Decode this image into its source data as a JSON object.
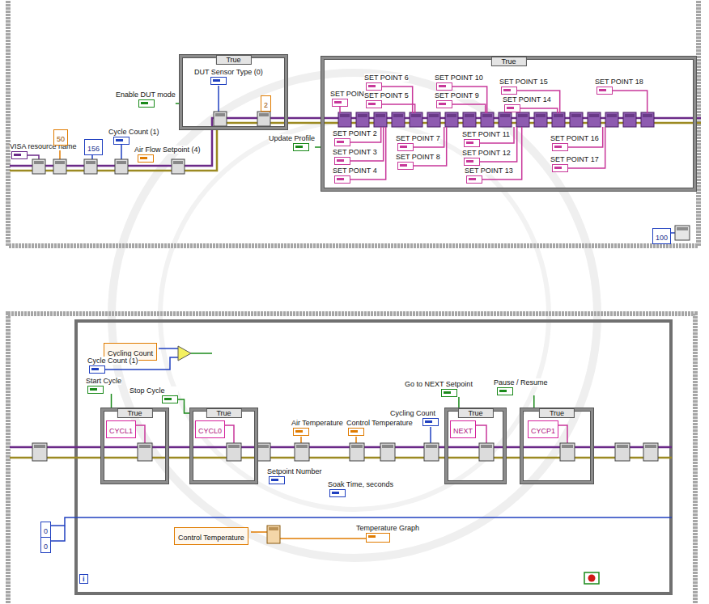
{
  "diagram": {
    "nodes": [
      {
        "text": [
          "True"
        ]
      },
      {
        "text": [
          "DUT Sensor Type (0)"
        ],
        "in": 0
      },
      {
        "text": [
          "2"
        ],
        "in": 0
      },
      {
        "text": [
          "Enable DUT mode"
        ]
      },
      {
        "text": [
          "VISA resource name"
        ]
      },
      {
        "text": [
          "50"
        ]
      },
      {
        "text": [
          "156"
        ]
      },
      {
        "text": [
          "Cycle Count (1)"
        ]
      },
      {
        "text": [
          "Air Flow Setpoint (4)"
        ]
      },
      {
        "text": [
          "Update Profile"
        ]
      },
      {
        "text": [
          "True"
        ]
      },
      {
        "text": [
          "SET POINT 1"
        ],
        "in": 10
      },
      {
        "text": [
          "SET POINT 2"
        ],
        "in": 10
      },
      {
        "text": [
          "SET POINT 3"
        ],
        "in": 10
      },
      {
        "text": [
          "SET POINT 4"
        ],
        "in": 10
      },
      {
        "text": [
          "SET POINT 5"
        ],
        "in": 10
      },
      {
        "text": [
          "SET POINT 6"
        ],
        "in": 10
      },
      {
        "text": [
          "SET POINT 7"
        ],
        "in": 10
      },
      {
        "text": [
          "SET POINT 8"
        ],
        "in": 10
      },
      {
        "text": [
          "SET POINT 9"
        ],
        "in": 10
      },
      {
        "text": [
          "SET POINT 10"
        ],
        "in": 10
      },
      {
        "text": [
          "SET POINT 11"
        ],
        "in": 10
      },
      {
        "text": [
          "SET POINT 12"
        ],
        "in": 10
      },
      {
        "text": [
          "SET POINT 13"
        ],
        "in": 10
      },
      {
        "text": [
          "SET POINT 14"
        ],
        "in": 10
      },
      {
        "text": [
          "SET POINT 15"
        ],
        "in": 10
      },
      {
        "text": [
          "SET POINT 16"
        ],
        "in": 10
      },
      {
        "text": [
          "SET POINT 17"
        ],
        "in": 10
      },
      {
        "text": [
          "SET POINT 18"
        ],
        "in": 10
      },
      {
        "text": [
          "100"
        ]
      },
      {
        "text": [
          "Cycling Count"
        ]
      },
      {
        "text": [
          "Cycle Count (1)"
        ]
      },
      {
        "text": [
          "Start Cycle"
        ]
      },
      {
        "text": [
          "Stop Cycle"
        ]
      },
      {
        "text": [
          "True"
        ]
      },
      {
        "text": [
          "CYCL1"
        ],
        "in": 34
      },
      {
        "text": [
          "True"
        ]
      },
      {
        "text": [
          "CYCL0"
        ],
        "in": 36
      },
      {
        "text": [
          "Air Temperature"
        ]
      },
      {
        "text": [
          "Control Temperature"
        ]
      },
      {
        "text": [
          "Setpoint Number"
        ]
      },
      {
        "text": [
          "Soak Time, seconds"
        ]
      },
      {
        "text": [
          "Go to NEXT Setpoint"
        ]
      },
      {
        "text": [
          "Cycling Count"
        ]
      },
      {
        "text": [
          "True"
        ]
      },
      {
        "text": [
          "NEXT"
        ],
        "in": 44
      },
      {
        "text": [
          "Pause / Resume"
        ]
      },
      {
        "text": [
          "True"
        ]
      },
      {
        "text": [
          "CYCP1"
        ],
        "in": 47
      },
      {
        "text": [
          "0"
        ]
      },
      {
        "text": [
          "0"
        ]
      },
      {
        "text": [
          "Control Temperature"
        ]
      },
      {
        "text": [
          "Temperature Graph"
        ]
      }
    ],
    "edges": [
      {
        "from": 3,
        "to": 0,
        "arrow": "none"
      },
      {
        "from": 9,
        "to": 10,
        "arrow": "none"
      },
      {
        "from": 32,
        "to": 34,
        "arrow": "none"
      },
      {
        "from": 33,
        "to": 36,
        "arrow": "none"
      },
      {
        "from": 42,
        "to": 44,
        "arrow": "none"
      },
      {
        "from": 46,
        "to": 47,
        "arrow": "none"
      }
    ],
    "labels": [
      "i"
    ]
  }
}
